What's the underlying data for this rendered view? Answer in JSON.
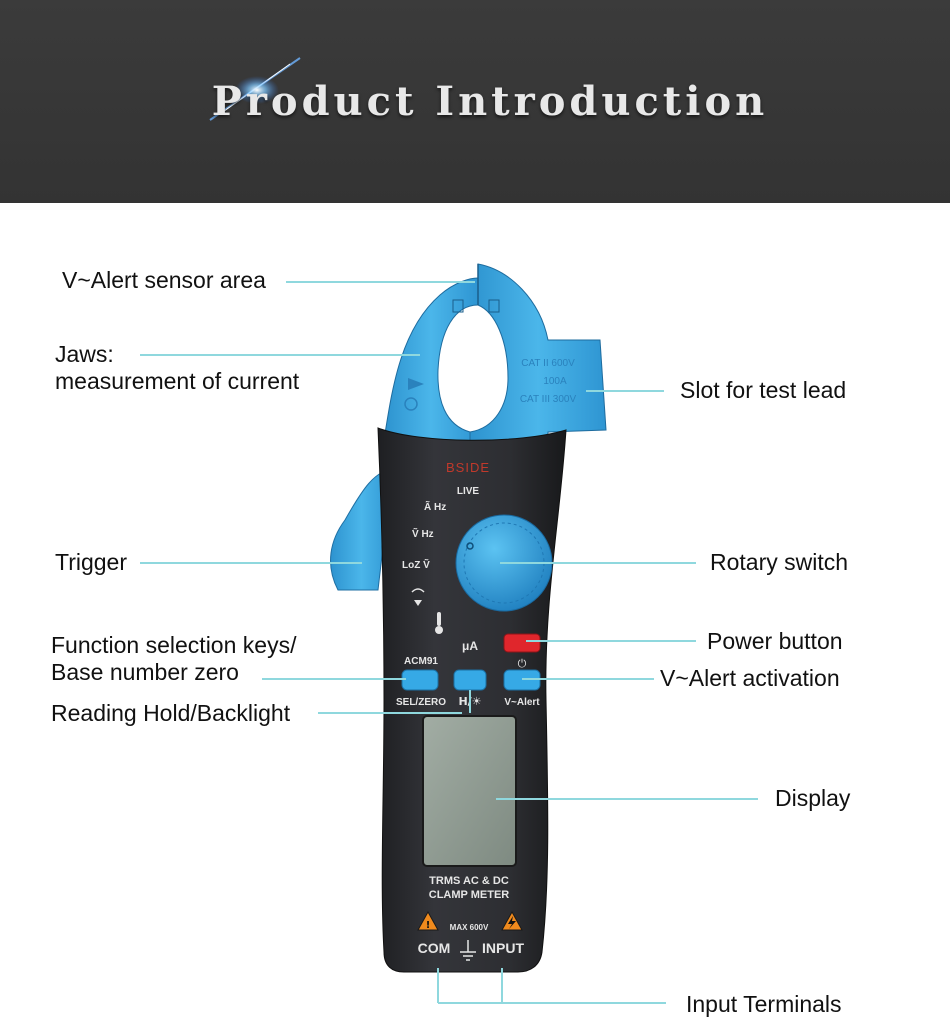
{
  "header": {
    "title": "Product Introduction"
  },
  "device": {
    "brand": "BSIDE",
    "live": "LIVE",
    "model": "ACM91",
    "jaw_marks": [
      "CAT II 600V",
      "100A",
      "CAT III 300V"
    ],
    "dial_marks": [
      "Ã Hz",
      "Ṽ Hz",
      "LoZ Ṽ"
    ],
    "micro_amp": "μA",
    "key_labels": {
      "sel": "SEL/ZERO",
      "hold": "H/☀",
      "alert": "V~Alert"
    },
    "power_symbol": "⏻",
    "meter_lines": [
      "TRMS AC & DC",
      "CLAMP METER"
    ],
    "max_rating": "MAX 600V",
    "terminal_com": "COM",
    "terminal_input": "INPUT"
  },
  "callouts": {
    "alert_sensor": "V~Alert sensor area",
    "jaws_line1": "Jaws:",
    "jaws_line2": "measurement of current",
    "slot": "Slot for test lead",
    "trigger": "Trigger",
    "rotary": "Rotary switch",
    "func_line1": "Function selection keys/",
    "func_line2": "Base number zero",
    "power": "Power button",
    "alert_activation": "V~Alert activation",
    "hold": "Reading Hold/Backlight",
    "display": "Display",
    "input_terminals": "Input Terminals"
  },
  "colors": {
    "header_bg": "#363636",
    "leader_line": "#8fd8de",
    "jaw_blue": "#3aa6de",
    "body_dark": "#2a2b2e",
    "lcd": "#8f9a91",
    "power_red": "#e0262c"
  }
}
